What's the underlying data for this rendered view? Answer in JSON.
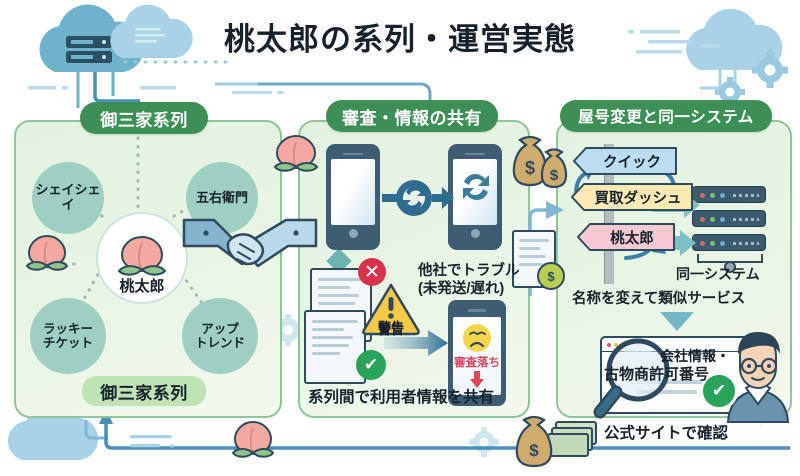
{
  "title": "桃太郎の系列・運営実態",
  "panels": {
    "left": {
      "head": "御三家系列",
      "foot": "御三家系列",
      "center_label": "桃太郎",
      "nodes": [
        {
          "label": "シェイシェイ"
        },
        {
          "label": "五右衛門"
        },
        {
          "label": "ラッキー\nチケット"
        },
        {
          "label": "アップ\nトレンド"
        }
      ],
      "node_labels": {
        "n0": "シェイシェイ",
        "n1": "五右衛門",
        "n2_line1": "ラッキー",
        "n2_line2": "チケット",
        "n3_line1": "アップ",
        "n3_line2": "トレンド"
      }
    },
    "middle": {
      "head": "審査・情報の共有",
      "warning_badge": "警告",
      "trouble_line1": "他社でトラブル",
      "trouble_line2": "(未発送/遅れ)",
      "phone_status": "審査落ち",
      "caption": "系列間で利用者情報を共有"
    },
    "right": {
      "head": "屋号変更と同一システム",
      "signs": [
        {
          "label": "クイック",
          "color": "#bcdcef"
        },
        {
          "label": "買取ダッシュ",
          "color": "#fbe9b4"
        },
        {
          "label": "桃太郎",
          "color": "#f6c9d3"
        }
      ],
      "server_label": "同一システム",
      "rename_caption": "名称を変えて類似サービス",
      "browser_line1": "会社情報・",
      "browser_line2": "古物商許可番号",
      "verify_caption": "公式サイトで確認"
    }
  },
  "colors": {
    "head_green": "#3d8f57",
    "foot_green": "#bfe3b4",
    "panel_border": "#8cc69a",
    "panel_fill": "#e4f2e1",
    "node_teal": "#9fcfc2",
    "accent_blue": "#4a8fb5",
    "cloud_blue": "#9ac8df",
    "peach_pink": "#f2a9a0",
    "alert_red": "#d6334a",
    "ok_green": "#2aa35a",
    "warn_yellow": "#f2c230",
    "text_dark": "#16212b"
  },
  "icons": {
    "cloud": "cloud-icon",
    "server": "server-icon",
    "gear": "gear-icon",
    "peach": "peach-icon",
    "handshake": "handshake-icon",
    "sync": "sync-icon",
    "money_bag": "money-bag-icon",
    "document": "document-icon",
    "magnifier": "magnifier-icon",
    "person": "person-icon",
    "sad_face": "sad-face-icon",
    "check": "check-icon",
    "cross": "cross-icon",
    "warning_triangle": "warning-triangle-icon"
  }
}
